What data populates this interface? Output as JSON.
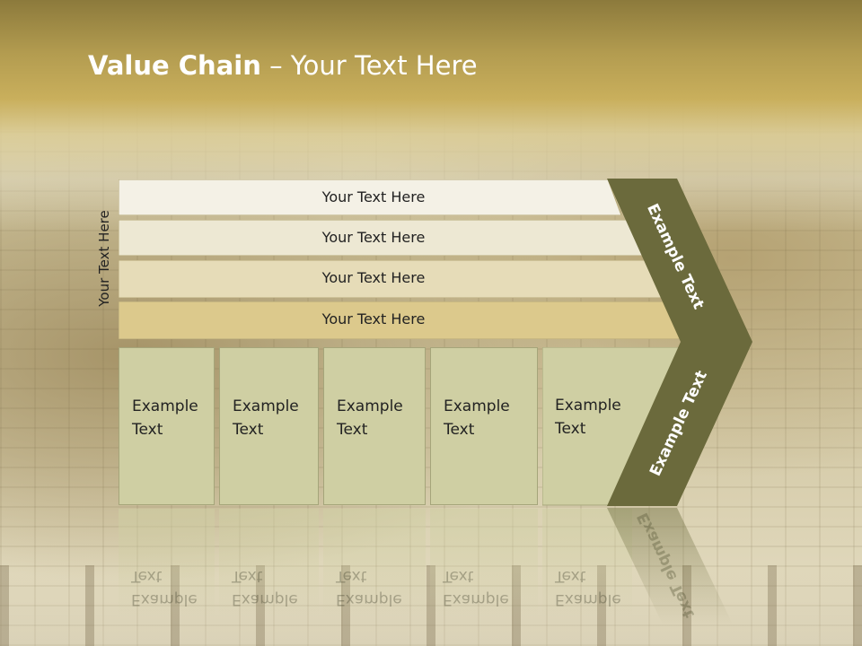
{
  "slide": {
    "title_bold": "Value Chain",
    "title_rest": " – Your Text Here",
    "vertical_label": "Your Text Here"
  },
  "rows": [
    {
      "label": "Your Text Here",
      "fill": "#f4f1e6"
    },
    {
      "label": "Your Text Here",
      "fill": "#ede8d3"
    },
    {
      "label": "Your Text Here",
      "fill": "#e6dcb8"
    },
    {
      "label": "Your Text Here",
      "fill": "#dcc98c"
    }
  ],
  "boxes": [
    {
      "label": "Example\nText"
    },
    {
      "label": "Example\nText"
    },
    {
      "label": "Example\nText"
    },
    {
      "label": "Example\nText"
    },
    {
      "label": "Example\nText"
    }
  ],
  "chevron": {
    "top_text": "Example Text",
    "bottom_text": "Example Text",
    "color": "#6b6a3c"
  }
}
